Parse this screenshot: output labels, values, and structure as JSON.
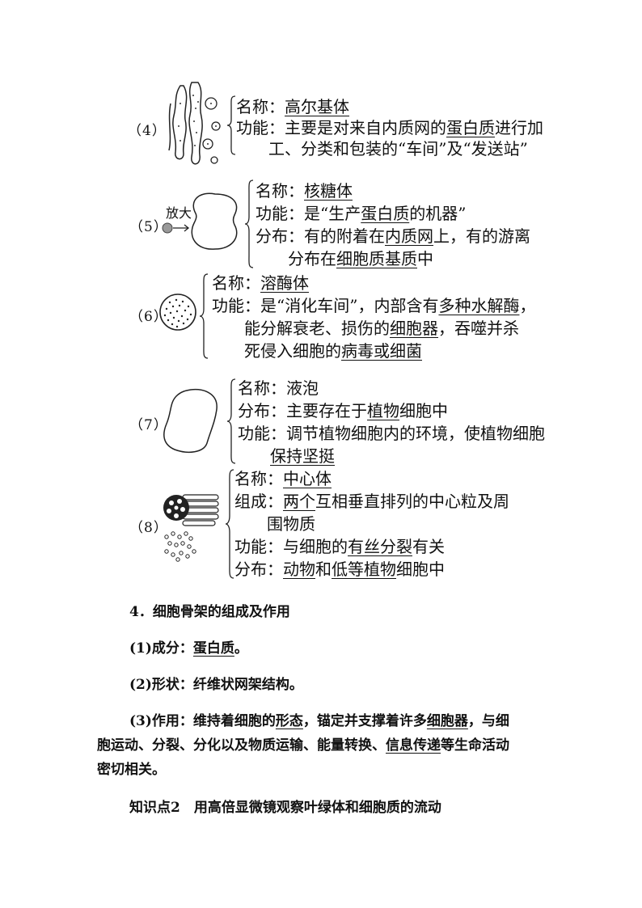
{
  "organelles": [
    {
      "number": "（4）",
      "lines": [
        [
          {
            "t": "名称："
          },
          {
            "t": "高尔基体",
            "u": true
          }
        ],
        [
          {
            "t": "功能：主要是对来自内质网的"
          },
          {
            "t": "蛋白质",
            "u": true
          },
          {
            "t": "进行加"
          }
        ],
        [
          {
            "t": "　　工、分类和包装的“车间”及“发送站”"
          }
        ]
      ]
    },
    {
      "number": "（5）",
      "magnify_label": "放大",
      "lines": [
        [
          {
            "t": "名称："
          },
          {
            "t": "核糖体",
            "u": true
          }
        ],
        [
          {
            "t": "功能：是“生产"
          },
          {
            "t": "蛋白质",
            "u": true
          },
          {
            "t": "的机器”"
          }
        ],
        [
          {
            "t": "分布：有的附着在"
          },
          {
            "t": "内质网",
            "u": true
          },
          {
            "t": "上，有的游离"
          }
        ],
        [
          {
            "t": "　　分布在"
          },
          {
            "t": "细胞质基质",
            "u": true
          },
          {
            "t": "中"
          }
        ]
      ]
    },
    {
      "number": "（6）",
      "lines": [
        [
          {
            "t": "名称："
          },
          {
            "t": "溶酶体",
            "u": true
          }
        ],
        [
          {
            "t": "功能：是“消化车间”，内部含有"
          },
          {
            "t": "多种水解酶",
            "u": true
          },
          {
            "t": "，"
          }
        ],
        [
          {
            "t": "　　能分解衰老、损伤的"
          },
          {
            "t": "细胞器",
            "u": true
          },
          {
            "t": "，吞噬并杀"
          }
        ],
        [
          {
            "t": "　　死侵入细胞的"
          },
          {
            "t": "病毒或细菌",
            "u": true
          }
        ]
      ]
    },
    {
      "number": "（7）",
      "lines": [
        [
          {
            "t": "名称：液泡"
          }
        ],
        [
          {
            "t": "分布：主要存在于"
          },
          {
            "t": "植物",
            "u": true
          },
          {
            "t": "细胞中"
          }
        ],
        [
          {
            "t": "功能：调节植物细胞内的环境，使植物细胞"
          }
        ],
        [
          {
            "t": "　　"
          },
          {
            "t": "保持坚挺",
            "u": true
          }
        ]
      ]
    },
    {
      "number": "（8）",
      "lines": [
        [
          {
            "t": "名称："
          },
          {
            "t": "中心体",
            "u": true
          }
        ],
        [
          {
            "t": "组成："
          },
          {
            "t": "两个",
            "u": true
          },
          {
            "t": "互相垂直排列的中心粒及周"
          }
        ],
        [
          {
            "t": "　　围物质"
          }
        ],
        [
          {
            "t": "功能：与细胞的"
          },
          {
            "t": "有丝分裂",
            "u": true
          },
          {
            "t": "有关"
          }
        ],
        [
          {
            "t": "分布："
          },
          {
            "t": "动物",
            "u": true
          },
          {
            "t": "和"
          },
          {
            "t": "低等植物",
            "u": true
          },
          {
            "t": "细胞中"
          }
        ]
      ]
    }
  ],
  "section4": {
    "heading": "4．细胞骨架的组成及作用",
    "p1": [
      {
        "t": "(1)成分：",
        "b": true
      },
      {
        "t": "蛋白质",
        "b": true,
        "u": true
      },
      {
        "t": "。",
        "b": true
      }
    ],
    "p2": [
      {
        "t": "(2)形状：纤维状网架结构。",
        "b": true
      }
    ],
    "p3_line1": [
      {
        "t": "(3)作用：维持着细胞的",
        "b": true
      },
      {
        "t": "形态",
        "b": true,
        "u": true
      },
      {
        "t": "，锚定并支撑着许多",
        "b": true
      },
      {
        "t": "细胞器",
        "b": true,
        "u": true
      },
      {
        "t": "，与细",
        "b": true
      }
    ],
    "p3_line2": [
      {
        "t": "胞运动、分裂、分化以及物质运输、能量转换、",
        "b": true
      },
      {
        "t": "信息传递",
        "b": true,
        "u": true
      },
      {
        "t": "等生命活动",
        "b": true
      }
    ],
    "p3_line3": [
      {
        "t": "密切相关。",
        "b": true
      }
    ]
  },
  "knowledge_point": "知识点2　用高倍显微镜观察叶绿体和细胞质的流动"
}
